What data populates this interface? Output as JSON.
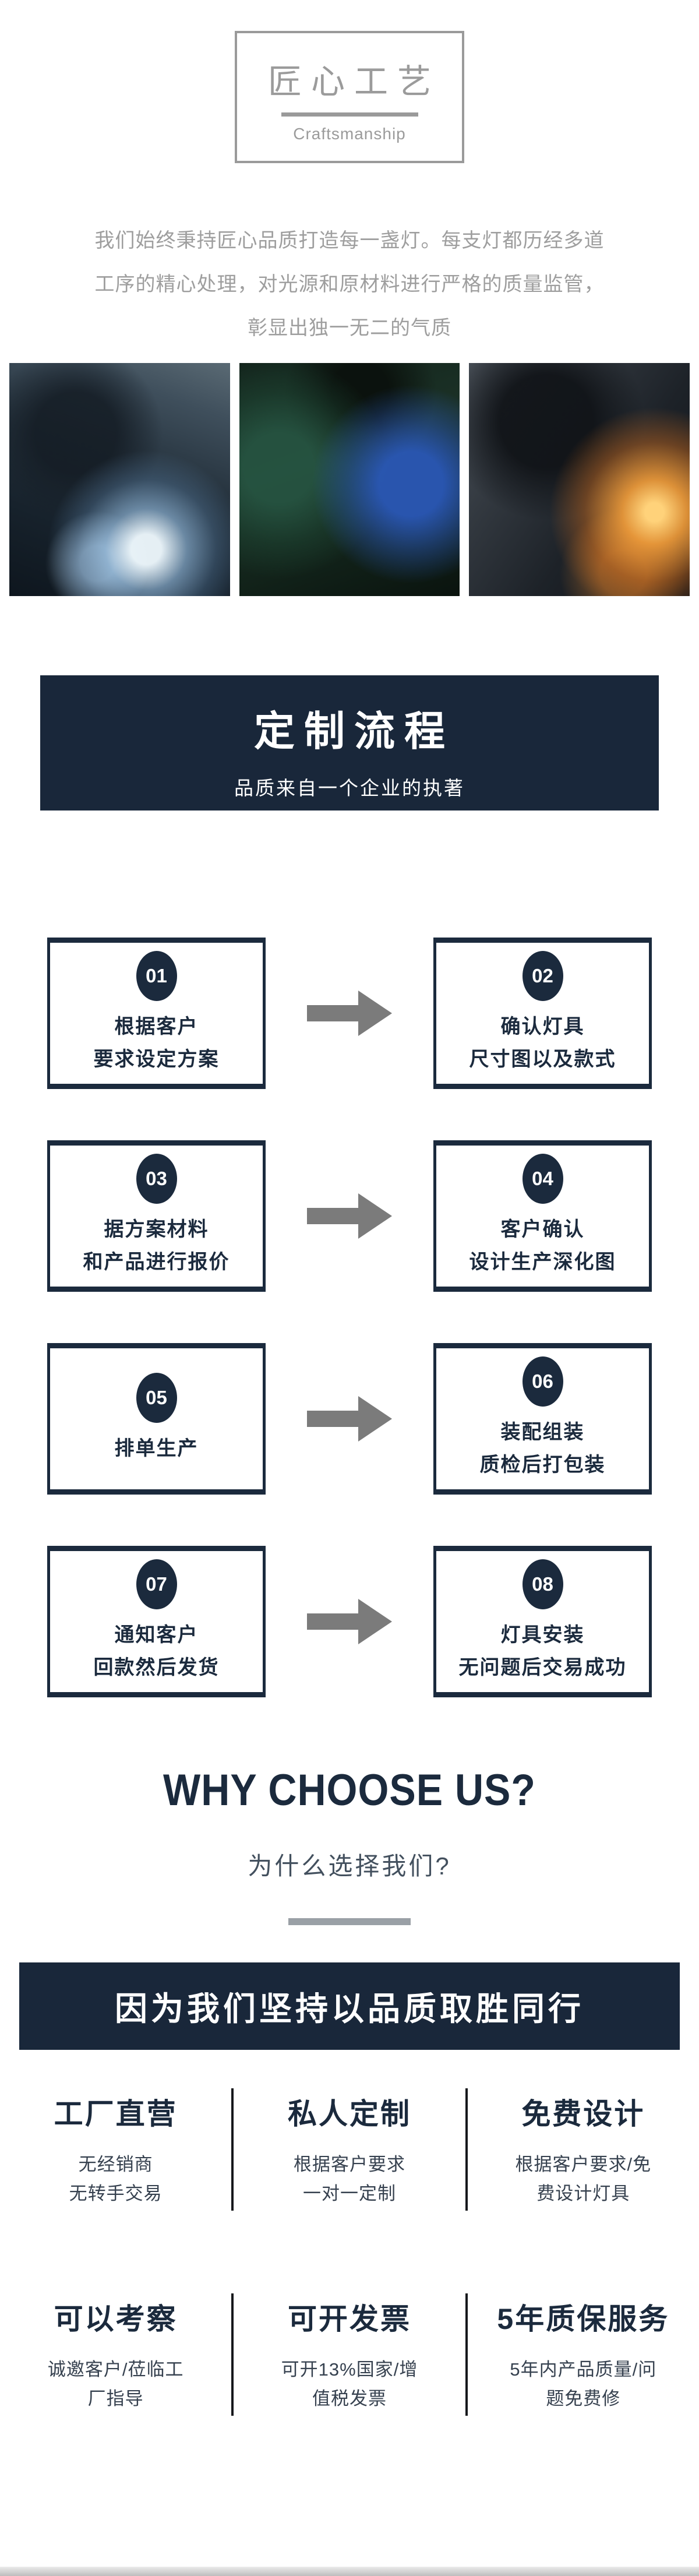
{
  "craftsmanship_card": {
    "title": "匠心工艺",
    "subtitle": "Craftsmanship"
  },
  "intro": {
    "text": "我们始终秉持匠心品质打造每一盏灯。每支灯都历经多道\n工序的精心处理，对光源和原材料进行严格的质量监管，\n彰显出独一无二的气质"
  },
  "photos": [
    {
      "id": "welding-worker-blue-sparks"
    },
    {
      "id": "worker-at-green-machine"
    },
    {
      "id": "welder-grinding-orange-sparks"
    }
  ],
  "process_banner": {
    "title": "定制流程",
    "subtitle": "品质来自一个企业的执著"
  },
  "process_steps": [
    {
      "num": "01",
      "lines": [
        "根据客户",
        "要求设定方案"
      ]
    },
    {
      "num": "02",
      "lines": [
        "确认灯具",
        "尺寸图以及款式"
      ]
    },
    {
      "num": "03",
      "lines": [
        "据方案材料",
        "和产品进行报价"
      ]
    },
    {
      "num": "04",
      "lines": [
        "客户确认",
        "设计生产深化图"
      ]
    },
    {
      "num": "05",
      "lines": [
        "排单生产"
      ]
    },
    {
      "num": "06",
      "lines": [
        "装配组装",
        "质检后打包装"
      ]
    },
    {
      "num": "07",
      "lines": [
        "通知客户",
        "回款然后发货"
      ]
    },
    {
      "num": "08",
      "lines": [
        "灯具安装",
        "无问题后交易成功"
      ]
    }
  ],
  "why": {
    "heading": "WHY CHOOSE US?",
    "subheading": "为什么选择我们?",
    "banner": "因为我们坚持以品质取胜同行"
  },
  "features": [
    {
      "title": "工厂直营",
      "desc": "无经销商\n无转手交易"
    },
    {
      "title": "私人定制",
      "desc": "根据客户要求\n一对一定制"
    },
    {
      "title": "免费设计",
      "desc": "根据客户要求/免\n费设计灯具"
    },
    {
      "title": "可以考察",
      "desc": "诚邀客户/莅临工\n厂指导"
    },
    {
      "title": "可开发票",
      "desc": "可开13%国家/增\n值税发票"
    },
    {
      "title": "5年质保服务",
      "desc": "5年内产品质量/问\n题免费修"
    }
  ],
  "colors": {
    "navy": "#19273a",
    "box_border_navy": "#1b2a3d",
    "gray_text": "#9b9b9b",
    "arrow_gray": "#7b7b7b",
    "divider_gray": "#9aa0a6",
    "column_divider_dark": "#16181c"
  }
}
